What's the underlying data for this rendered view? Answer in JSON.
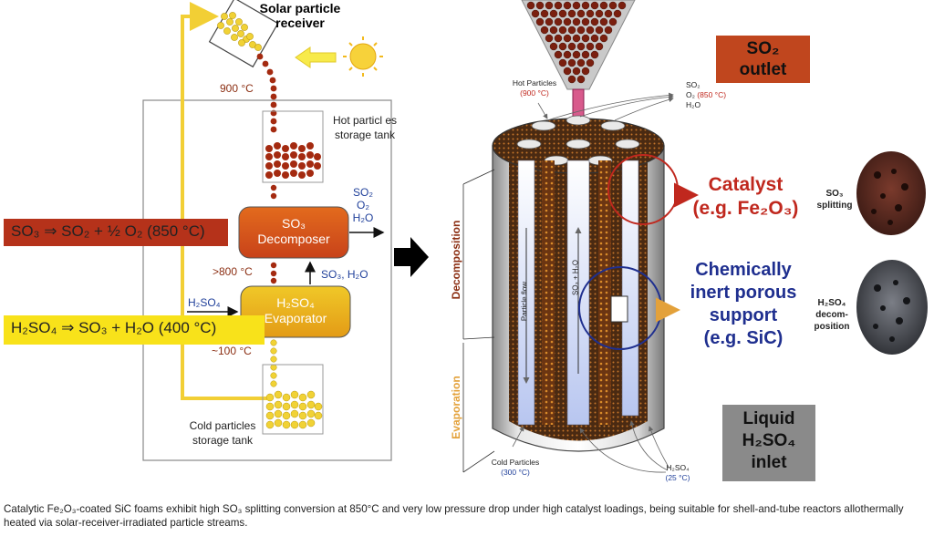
{
  "left": {
    "receiver_label_1": "Solar particle",
    "receiver_label_2": "receiver",
    "temp_900": "900 °C",
    "hot_tank_1": "Hot particl es",
    "hot_tank_2": "storage tank",
    "decomposer_1": "SO₃",
    "decomposer_2": "Decomposer",
    "evaporator_1": "H₂SO₄",
    "evaporator_2": "Evaporator",
    "out_so2": "SO₂",
    "out_o2": "O₂",
    "out_h2o": "H₂O",
    "temp_800": ">800 °C",
    "mid_so3_h2o": "SO₃, H₂O",
    "in_h2so4": "H₂SO₄",
    "temp_100": "~100 °C",
    "cold_tank_1": "Cold particles",
    "cold_tank_2": "storage tank",
    "reaction_1": "SO₃ ⇒ SO₂ + ½ O₂ (850 °C)",
    "reaction_2": "H₂SO₄ ⇒ SO₃ + H₂O (400 °C)"
  },
  "right": {
    "so2_outlet_1": "SO₂",
    "so2_outlet_2": "outlet",
    "hot_particles": "Hot Particles",
    "hot_particles_temp": "(900 °C)",
    "top_so2": "SO₂",
    "top_o2": "O₂",
    "top_o2_temp": "(850 °C)",
    "top_h2o": "H₂O",
    "catalyst_1": "Catalyst",
    "catalyst_2": "(e.g. Fe₂O₃)",
    "so3_splitting_1": "SO₃",
    "so3_splitting_2": "splitting",
    "inert_1": "Chemically",
    "inert_2": "inert porous",
    "inert_3": "support",
    "inert_4": "(e.g. SiC)",
    "h2so4_decomp_1": "H₂SO₄",
    "h2so4_decomp_2": "decom-",
    "h2so4_decomp_3": "position",
    "decomposition": "Decomposition",
    "evaporation": "Evaporation",
    "particle_flow": "Particle flow",
    "so3_h2o": "SO₃ + H₂O",
    "cold_particles": "Cold Particles",
    "cold_particles_temp": "(300 °C)",
    "h2so4_bottom": "H₂SO₄",
    "h2so4_bottom_temp": "(25 °C)",
    "liquid_1": "Liquid",
    "liquid_2": "H₂SO₄",
    "liquid_3": "inlet"
  },
  "caption": "Catalytic Fe₂O₃-coated SiC foams exhibit high SO₃ splitting conversion at 850°C and very low pressure drop under high catalyst loadings, being suitable for shell-and-tube reactors allothermally heated via solar-receiver-irradiated particle streams.",
  "colors": {
    "reaction_box": "#b5321a",
    "reaction_2_box": "#f8e21a",
    "so2_outlet_box": "#c0461e",
    "liquid_box": "#8a8a8a",
    "particle_red": "#a42a10",
    "particle_yellow": "#f1d235",
    "catalyst_red": "#c0281e",
    "inert_blue": "#1f2f8f",
    "pipe_yellow": "#f2cf35"
  }
}
